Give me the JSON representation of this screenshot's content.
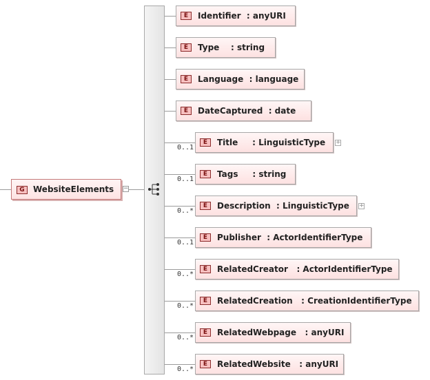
{
  "group": {
    "badge": "G",
    "name": "WebsiteElements",
    "collapse_symbol": "−"
  },
  "elements": [
    {
      "badge": "E",
      "label": "Identifier  : anyURI",
      "cardinality": ""
    },
    {
      "badge": "E",
      "label": "Type    : string",
      "cardinality": ""
    },
    {
      "badge": "E",
      "label": "Language  : language",
      "cardinality": ""
    },
    {
      "badge": "E",
      "label": "DateCaptured  : date",
      "cardinality": ""
    },
    {
      "badge": "E",
      "label": "Title     : LinguisticType",
      "cardinality": "0..1",
      "expandable": true
    },
    {
      "badge": "E",
      "label": "Tags     : string",
      "cardinality": "0..1"
    },
    {
      "badge": "E",
      "label": "Description  : LinguisticType",
      "cardinality": "0..*",
      "expandable": true
    },
    {
      "badge": "E",
      "label": "Publisher  : ActorIdentifierType",
      "cardinality": "0..1"
    },
    {
      "badge": "E",
      "label": "RelatedCreator   : ActorIdentifierType",
      "cardinality": "0..*"
    },
    {
      "badge": "E",
      "label": "RelatedCreation   : CreationIdentifierType",
      "cardinality": "0..*"
    },
    {
      "badge": "E",
      "label": "RelatedWebpage   : anyURI",
      "cardinality": "0..*"
    },
    {
      "badge": "E",
      "label": "RelatedWebsite   : anyURI",
      "cardinality": "0..*"
    }
  ],
  "expand_symbol": "+"
}
